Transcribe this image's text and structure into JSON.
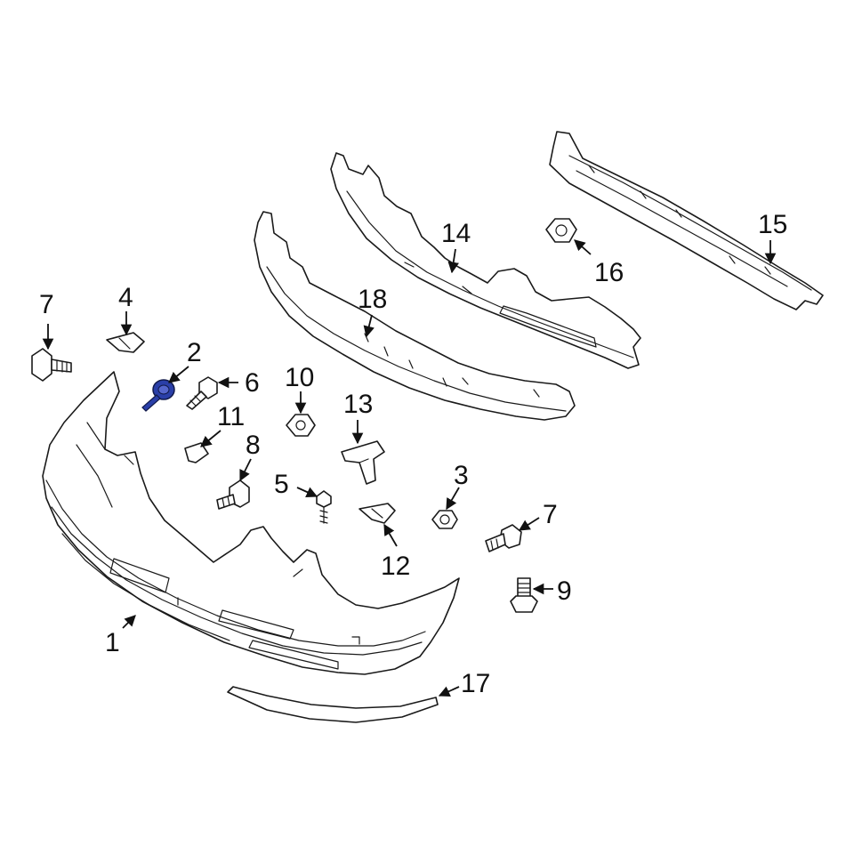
{
  "diagram": {
    "highlight_color": "#2a3fa8",
    "line_color": "#1a1a1a",
    "background": "#ffffff",
    "callouts": {
      "c1": "1",
      "c2": "2",
      "c3": "3",
      "c4": "4",
      "c5": "5",
      "c6": "6",
      "c7a": "7",
      "c7b": "7",
      "c8": "8",
      "c9": "9",
      "c10": "10",
      "c11": "11",
      "c12": "12",
      "c13": "13",
      "c14": "14",
      "c15": "15",
      "c16": "16",
      "c17": "17",
      "c18": "18"
    }
  }
}
